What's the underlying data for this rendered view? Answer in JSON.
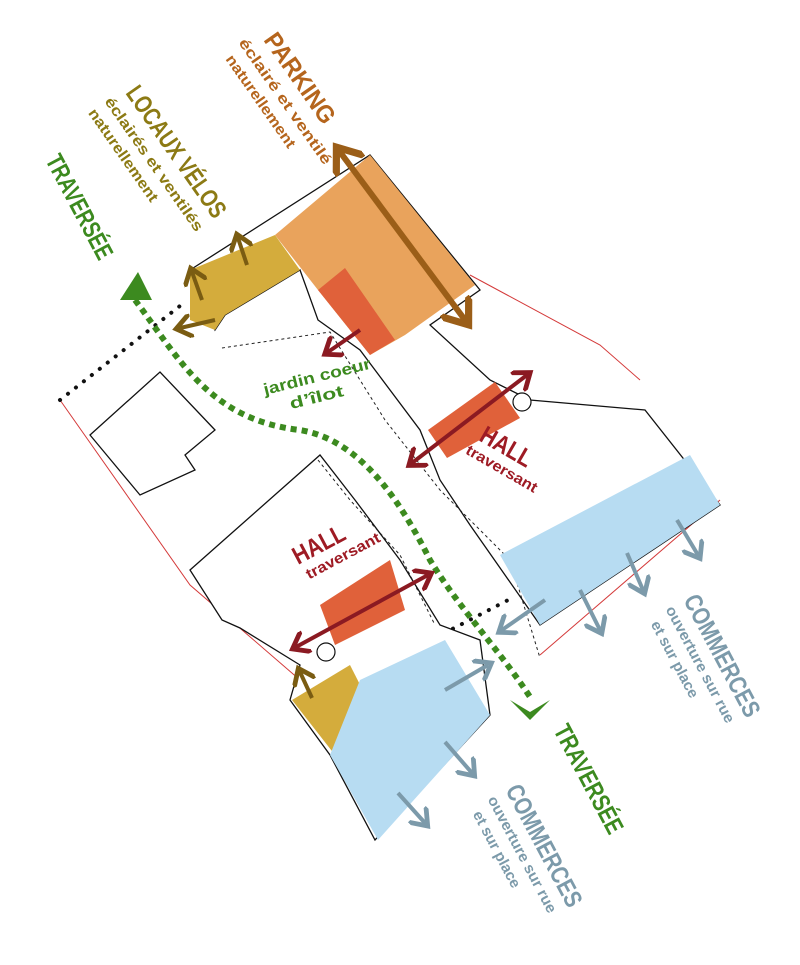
{
  "colors": {
    "parking": "#e9a35c",
    "parking_text": "#b5651d",
    "velos": "#d4ac3c",
    "velos_text": "#8c7a14",
    "hall": "#e0613a",
    "hall_text": "#9e1b24",
    "commerce": "#b7dcf2",
    "commerce_text": "#7c9aaa",
    "traversee": "#3c8a1f",
    "velo_arrow": "#7a5c12",
    "parking_arrow": "#9b5e18"
  },
  "labels": {
    "parking_title": "PARKING",
    "parking_sub1": "éclairé et ventilé",
    "parking_sub2": "naturellement",
    "velos_title": "LOCAUX VÉLOS",
    "velos_sub1": "éclairés et ventilés",
    "velos_sub2": "naturellement",
    "traversee_top": "TRAVERSÉE",
    "traversee_bottom": "TRAVERSÉE",
    "hall_right_title": "HALL",
    "hall_right_sub": "traversant",
    "hall_left_title": "HALL",
    "hall_left_sub": "traversant",
    "jardin_1": "jardin coeur",
    "jardin_2": "d’îlot",
    "commerces_right_title": "COMMERCES",
    "commerces_right_sub1": "ouverture sur rue",
    "commerces_right_sub2": "et sur place",
    "commerces_left_title": "COMMERCES",
    "commerces_left_sub1": "ouverture sur rue",
    "commerces_left_sub2": "et sur place"
  }
}
